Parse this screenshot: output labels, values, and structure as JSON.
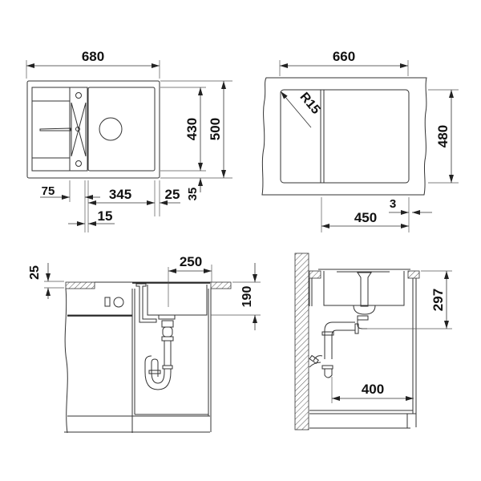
{
  "diagram": {
    "type": "technical-drawing",
    "subject": "kitchen sink installation dimensions",
    "views": {
      "top_view": {
        "width": "680",
        "depth": "500",
        "bowl_depth": "430",
        "left_offset": "75",
        "bowl_width": "345",
        "right_margin": "25",
        "bottom_margin": "35",
        "divider_gap": "15"
      },
      "cutout_view": {
        "cutout_width": "660",
        "cutout_depth": "480",
        "corner_radius": "R15",
        "bowl_cutout_width": "450",
        "edge_offset": "3"
      },
      "front_section": {
        "rim_thickness": "25",
        "bowl_half_width": "250",
        "bowl_height": "190"
      },
      "side_section": {
        "drain_height": "297",
        "drain_distance": "400"
      }
    }
  }
}
